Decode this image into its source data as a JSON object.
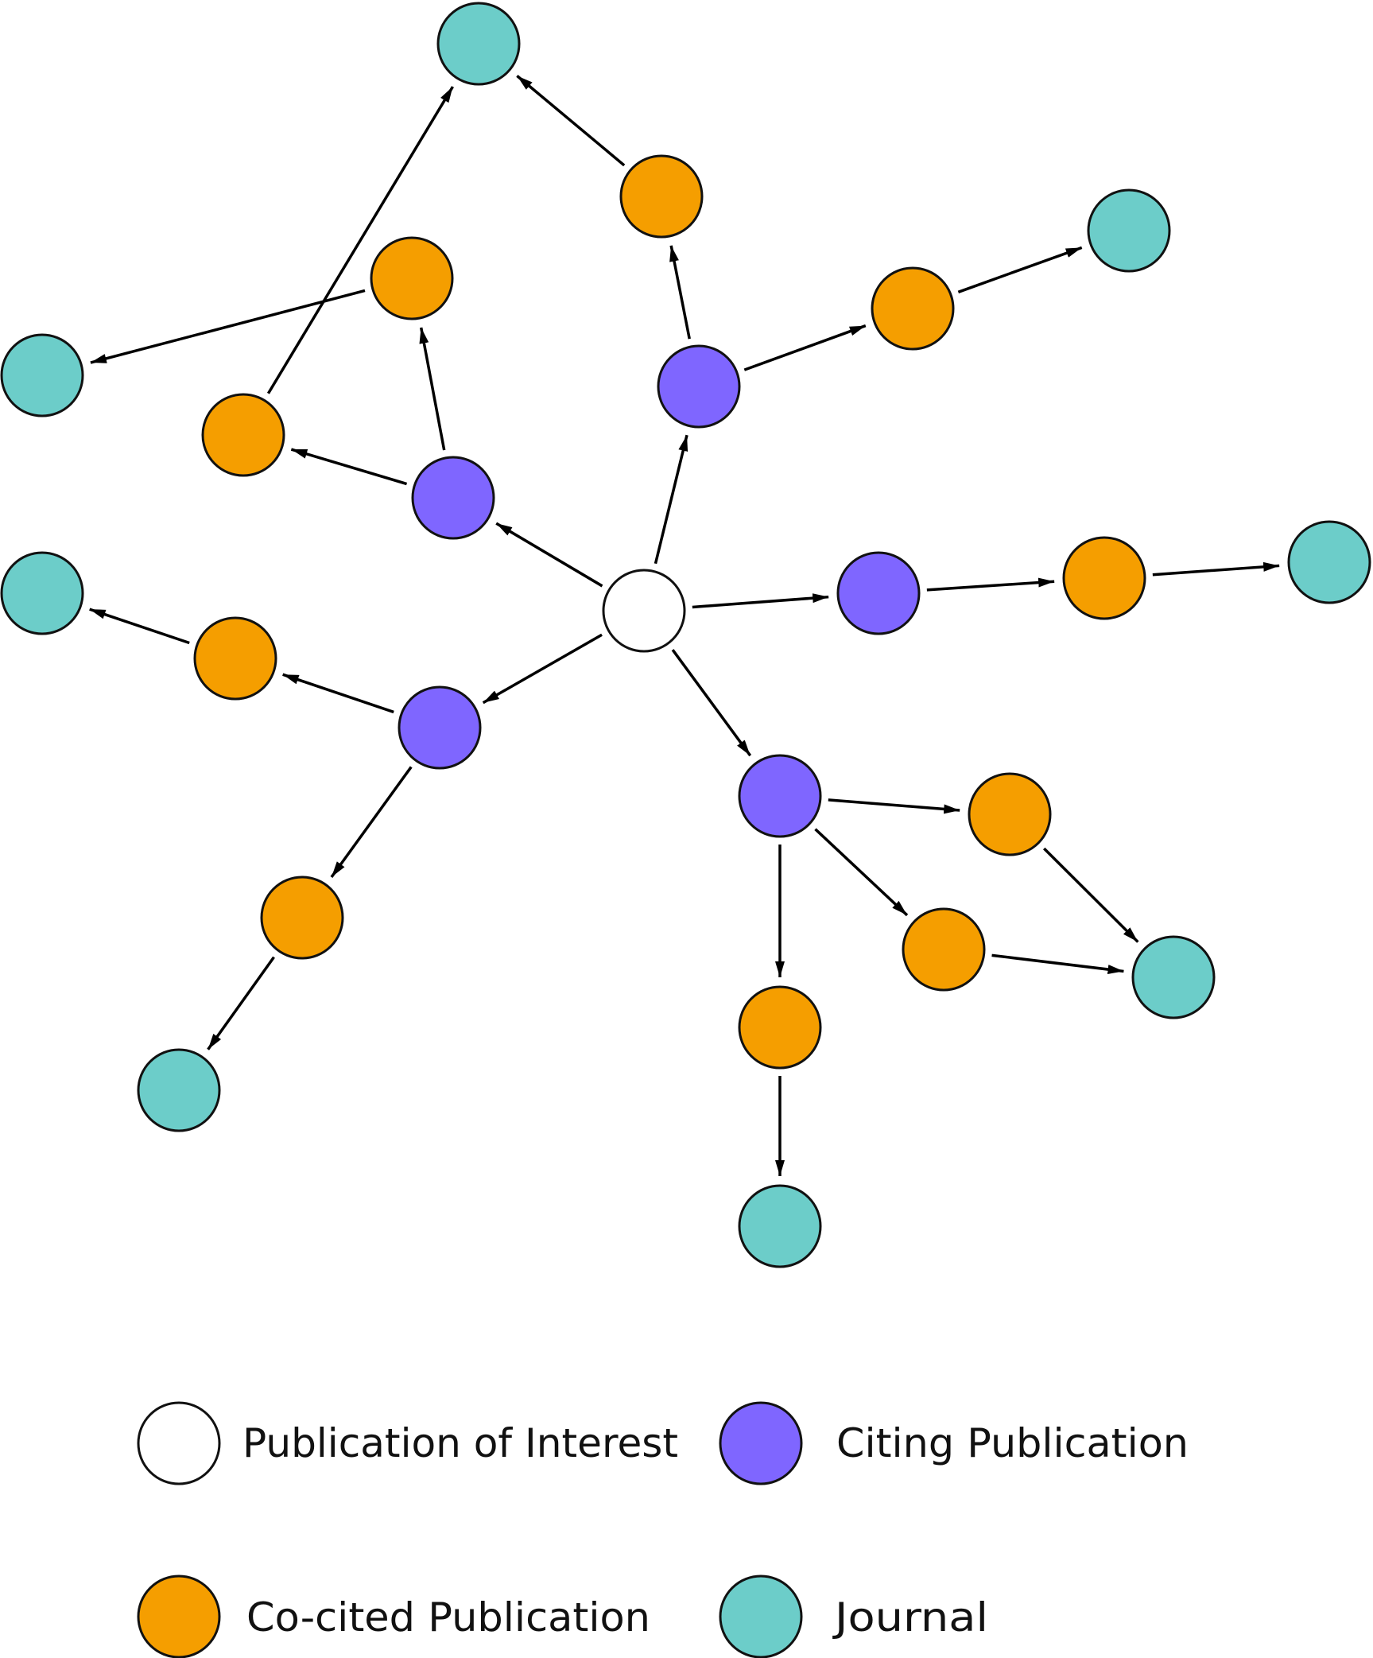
{
  "colors": {
    "publication_of_interest": "#ffffff",
    "citing_publication": "#7f66ff",
    "co_cited_publication": "#f59e00",
    "journal": "#6ccdc9",
    "edge": "#000000"
  },
  "legend": [
    {
      "type": "publication_of_interest",
      "label": "Publication of Interest"
    },
    {
      "type": "citing_publication",
      "label": "Citing Publication"
    },
    {
      "type": "co_cited_publication",
      "label": "Co-cited Publication"
    },
    {
      "type": "journal",
      "label": "Journal"
    }
  ],
  "nodes": [
    {
      "id": "center",
      "type": "publication_of_interest"
    },
    {
      "id": "cite-a",
      "type": "citing_publication"
    },
    {
      "id": "cite-b",
      "type": "citing_publication"
    },
    {
      "id": "cite-c",
      "type": "citing_publication"
    },
    {
      "id": "cite-d",
      "type": "citing_publication"
    },
    {
      "id": "cite-e",
      "type": "citing_publication"
    },
    {
      "id": "co-1",
      "type": "co_cited_publication"
    },
    {
      "id": "co-2",
      "type": "co_cited_publication"
    },
    {
      "id": "co-3",
      "type": "co_cited_publication"
    },
    {
      "id": "co-4",
      "type": "co_cited_publication"
    },
    {
      "id": "co-5",
      "type": "co_cited_publication"
    },
    {
      "id": "co-6",
      "type": "co_cited_publication"
    },
    {
      "id": "co-7",
      "type": "co_cited_publication"
    },
    {
      "id": "co-8",
      "type": "co_cited_publication"
    },
    {
      "id": "co-9",
      "type": "co_cited_publication"
    },
    {
      "id": "co-10",
      "type": "co_cited_publication"
    },
    {
      "id": "jr-1",
      "type": "journal"
    },
    {
      "id": "jr-2",
      "type": "journal"
    },
    {
      "id": "jr-3",
      "type": "journal"
    },
    {
      "id": "jr-4",
      "type": "journal"
    },
    {
      "id": "jr-5",
      "type": "journal"
    },
    {
      "id": "jr-6",
      "type": "journal"
    },
    {
      "id": "jr-7",
      "type": "journal"
    },
    {
      "id": "jr-8",
      "type": "journal"
    }
  ],
  "edges": [
    {
      "from": "center",
      "to": "cite-a"
    },
    {
      "from": "center",
      "to": "cite-b"
    },
    {
      "from": "center",
      "to": "cite-c"
    },
    {
      "from": "center",
      "to": "cite-d"
    },
    {
      "from": "center",
      "to": "cite-e"
    },
    {
      "from": "cite-a",
      "to": "co-1"
    },
    {
      "from": "cite-a",
      "to": "co-2"
    },
    {
      "from": "co-1",
      "to": "jr-1"
    },
    {
      "from": "co-2",
      "to": "jr-2"
    },
    {
      "from": "cite-b",
      "to": "co-3"
    },
    {
      "from": "cite-b",
      "to": "co-4"
    },
    {
      "from": "co-3",
      "to": "jr-2"
    },
    {
      "from": "co-4",
      "to": "jr-3"
    },
    {
      "from": "cite-c",
      "to": "co-5"
    },
    {
      "from": "co-5",
      "to": "jr-4"
    },
    {
      "from": "cite-d",
      "to": "co-6"
    },
    {
      "from": "cite-d",
      "to": "co-7"
    },
    {
      "from": "co-6",
      "to": "jr-5"
    },
    {
      "from": "co-7",
      "to": "jr-6"
    },
    {
      "from": "cite-e",
      "to": "co-8"
    },
    {
      "from": "cite-e",
      "to": "co-9"
    },
    {
      "from": "cite-e",
      "to": "co-10"
    },
    {
      "from": "co-8",
      "to": "jr-7"
    },
    {
      "from": "co-9",
      "to": "jr-7"
    },
    {
      "from": "co-10",
      "to": "jr-8"
    }
  ]
}
